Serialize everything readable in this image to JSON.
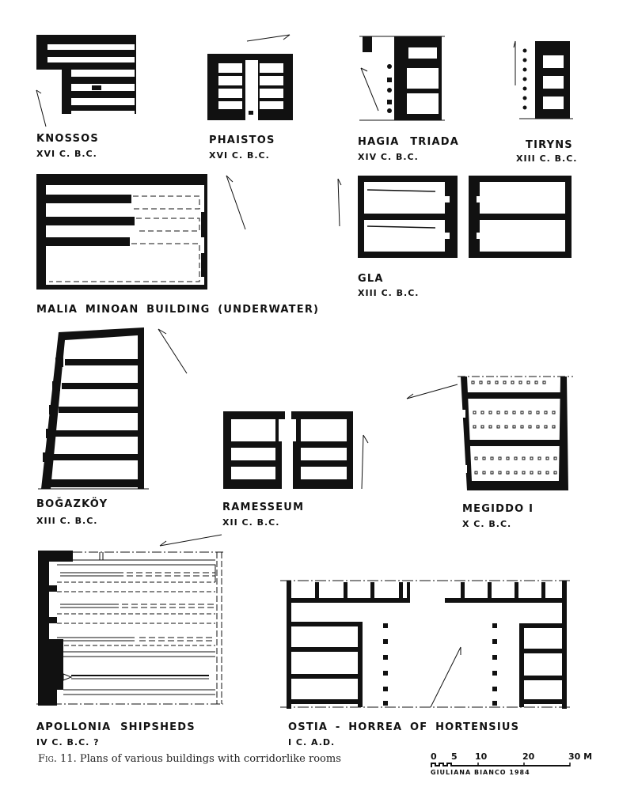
{
  "figure": {
    "caption_prefix": "Fig. 11.",
    "caption_text": "Plans of various buildings with corridorlike rooms"
  },
  "plans": [
    {
      "name": "KNOSSOS",
      "date": "XVI C. B.C."
    },
    {
      "name": "PHAISTOS",
      "date": "XVI C. B.C."
    },
    {
      "name": "HAGIA   TRIADA",
      "date": "XIV C. B.C."
    },
    {
      "name": "TIRYNS",
      "date": "XIII C. B.C."
    },
    {
      "name": "MALIA  MINOAN  BUILDING (UNDERWATER)",
      "date": ""
    },
    {
      "name": "GLA",
      "date": "XIII C. B.C."
    },
    {
      "name": "BOĞAZKÖY",
      "date": "XIII C. B.C."
    },
    {
      "name": "RAMESSEUM",
      "date": "XII C. B.C."
    },
    {
      "name": "MEGIDDO  I",
      "date": "X  C. B.C."
    },
    {
      "name": "APOLLONIA  SHIPSHEDS",
      "date": "IV  C. B.C. ?"
    },
    {
      "name": "OSTIA - HORREA  OF  HORTENSIUS",
      "date": "I  C. A.D."
    }
  ],
  "scale_bar": {
    "ticks": [
      "0",
      "5",
      "10",
      "20",
      "30 M"
    ],
    "credit": "GIULIANA  BIANCO   1984"
  },
  "icons": {
    "north_arrow": "north-arrow-icon"
  }
}
